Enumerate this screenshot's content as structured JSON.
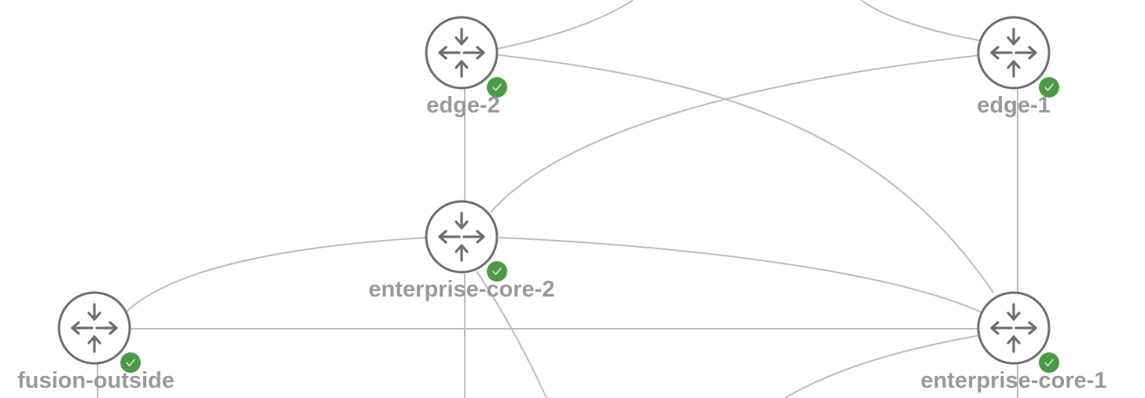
{
  "diagram": {
    "colors": {
      "link": "#bdbdbd",
      "node_outline": "#6e6e73",
      "label": "#9a9a9e",
      "status_ok": "#4c9a45"
    },
    "node_icon": "router-icon",
    "status_icon": "check-icon",
    "nodes": [
      {
        "id": "edge-2",
        "label": "edge-2",
        "status": "ok"
      },
      {
        "id": "edge-1",
        "label": "edge-1",
        "status": "ok"
      },
      {
        "id": "enterprise-core-2",
        "label": "enterprise-core-2",
        "status": "ok"
      },
      {
        "id": "fusion-outside",
        "label": "fusion-outside",
        "status": "ok"
      },
      {
        "id": "enterprise-core-1",
        "label": "enterprise-core-1",
        "status": "ok"
      }
    ],
    "links": [
      {
        "from": "edge-2",
        "to": "edge-1"
      },
      {
        "from": "edge-2",
        "to": "enterprise-core-2"
      },
      {
        "from": "edge-2",
        "to": "enterprise-core-1"
      },
      {
        "from": "edge-1",
        "to": "enterprise-core-2"
      },
      {
        "from": "edge-1",
        "to": "enterprise-core-1"
      },
      {
        "from": "enterprise-core-2",
        "to": "fusion-outside"
      },
      {
        "from": "enterprise-core-2",
        "to": "enterprise-core-1"
      },
      {
        "from": "fusion-outside",
        "to": "enterprise-core-1"
      }
    ]
  }
}
